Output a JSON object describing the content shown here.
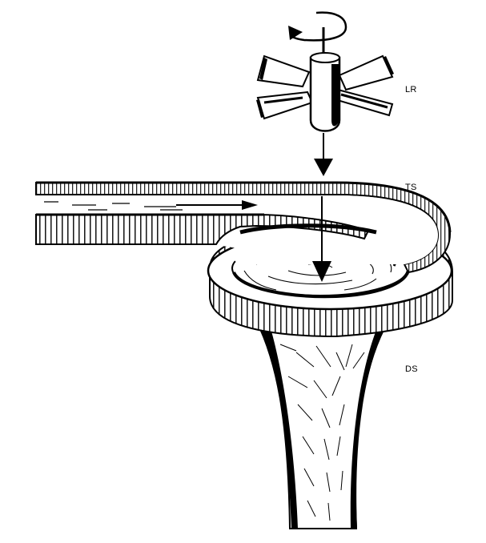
{
  "labels": {
    "lr": "LR",
    "ts": "TS",
    "ds": "DS"
  },
  "colors": {
    "ink": "#000000",
    "paper": "#ffffff"
  }
}
